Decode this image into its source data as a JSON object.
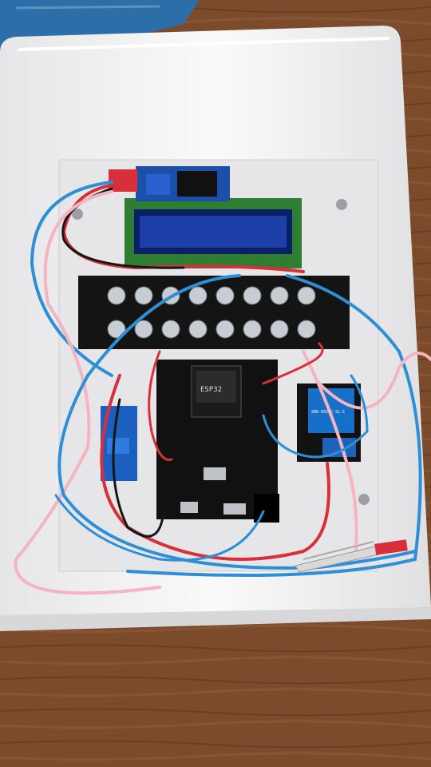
{
  "scene": {
    "board_label": "ESP32",
    "relay_label": "SRD-05VDC-SL-C",
    "terminal_count": 8
  },
  "colors": {
    "table_wood": "#7a4a2a",
    "box_white": "#f2f2f2",
    "panel": "#e9e9ea",
    "wire_red": "#d8303a",
    "wire_blue": "#2e8fd6",
    "wire_pink": "#f4b4c0",
    "wire_black": "#161616",
    "lcd_green": "#2e7d32",
    "lcd_blue": "#1e3fa8",
    "relay_blue": "#1670c8",
    "pcb_black": "#111111"
  }
}
